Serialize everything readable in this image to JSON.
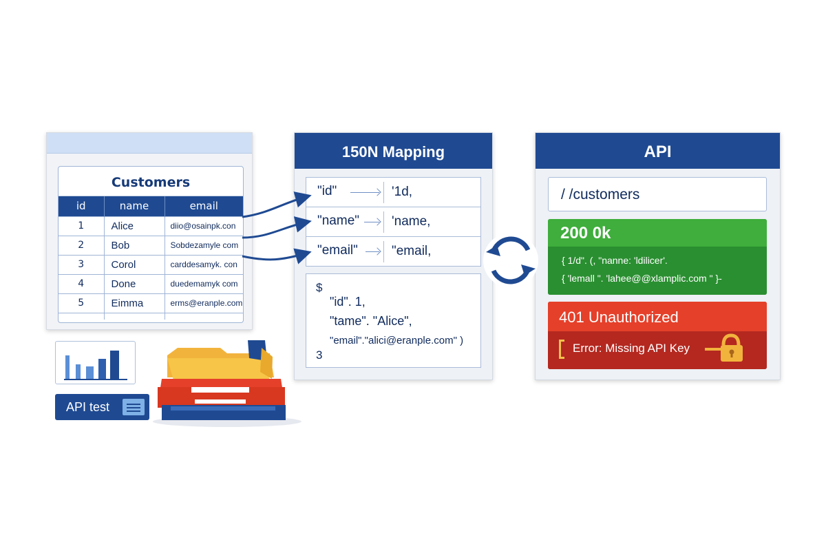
{
  "customers": {
    "title": "Customers",
    "columns": [
      "id",
      "name",
      "email"
    ],
    "rows": [
      {
        "id": "1",
        "name": "Alice",
        "email": "diio@osainpk.con"
      },
      {
        "id": "2",
        "name": "Bob",
        "email": "Sobdezamyle com"
      },
      {
        "id": "3",
        "name": "Corol",
        "email": "carddesamyk. con"
      },
      {
        "id": "4",
        "name": "Done",
        "email": "duedemamyk com"
      },
      {
        "id": "5",
        "name": "Eimma",
        "email": "erms@eranple.com"
      }
    ]
  },
  "api_test": {
    "label": "API test",
    "icon": "list-icon"
  },
  "mapping": {
    "title": "150N Mapping",
    "rows": [
      {
        "source": "\"id\"",
        "target": "'1d,"
      },
      {
        "source": "\"name\"",
        "target": "'name,"
      },
      {
        "source": "\"email\"",
        "target": "\"email,"
      }
    ],
    "json_lines": [
      "$",
      "\"id\".  1,",
      "\"tame\". \"Alice\",",
      "\"email\".\"alici@eranple.com\" )",
      "3"
    ]
  },
  "api": {
    "title": "API",
    "endpoint": "/ /customers",
    "success": {
      "status": "200 0k",
      "line1": "{  1/d\".  (,    \"nanne: 'ldilicer'.",
      "line2": "{   'lemall \". 'lahee@@xlamplic.com \"  }-"
    },
    "error": {
      "status": "401 Unauthorized",
      "message": "Error: Missing API Key"
    }
  },
  "colors": {
    "primary": "#1f4a92",
    "success": "#3fae3c",
    "error": "#e5402a",
    "lock": "#f2b33d"
  }
}
